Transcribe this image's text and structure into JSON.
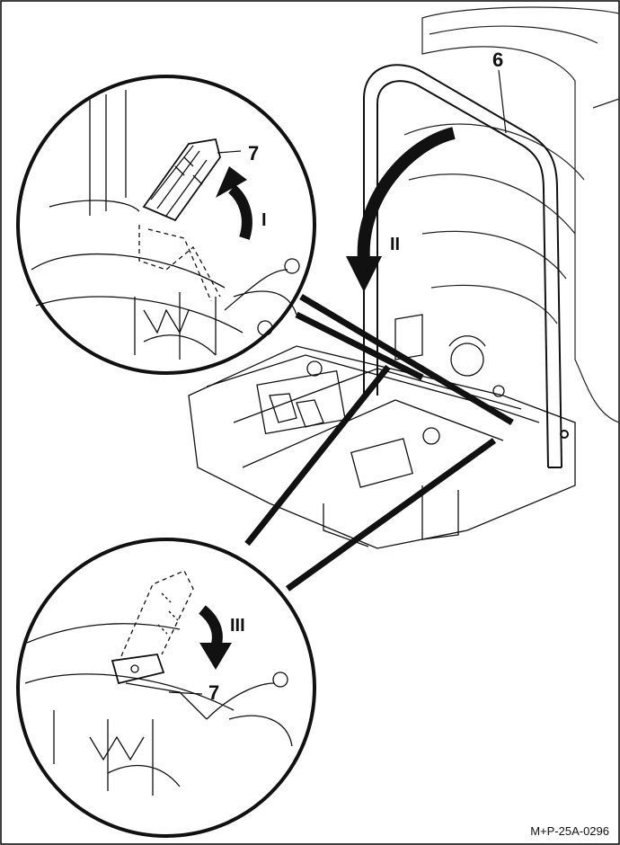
{
  "callouts": {
    "bow": "6",
    "lever_top": "7",
    "lever_bottom": "7",
    "step_one": "I",
    "step_two": "II",
    "step_three": "III"
  },
  "caption": "M+P-25A-0296"
}
